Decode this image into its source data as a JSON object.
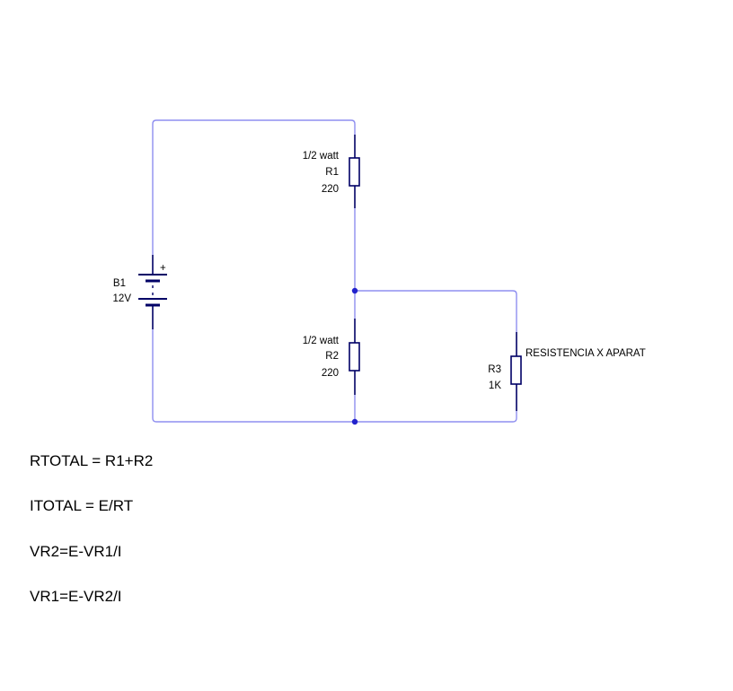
{
  "colors": {
    "wire": "#8f8ff0",
    "component": "#000066",
    "node": "#2222cc"
  },
  "battery": {
    "name": "B1",
    "value": "12V",
    "plus": "+"
  },
  "resistors": [
    {
      "rating": "1/2 watt",
      "name": "R1",
      "value": "220"
    },
    {
      "rating": "1/2 watt",
      "name": "R2",
      "value": "220"
    },
    {
      "name": "R3",
      "value": "1K",
      "note": "RESISTENCIA X APARAT"
    }
  ],
  "equations": [
    "RTOTAL = R1+R2",
    "ITOTAL = E/RT",
    "VR2=E-VR1/I",
    "VR1=E-VR2/I"
  ]
}
